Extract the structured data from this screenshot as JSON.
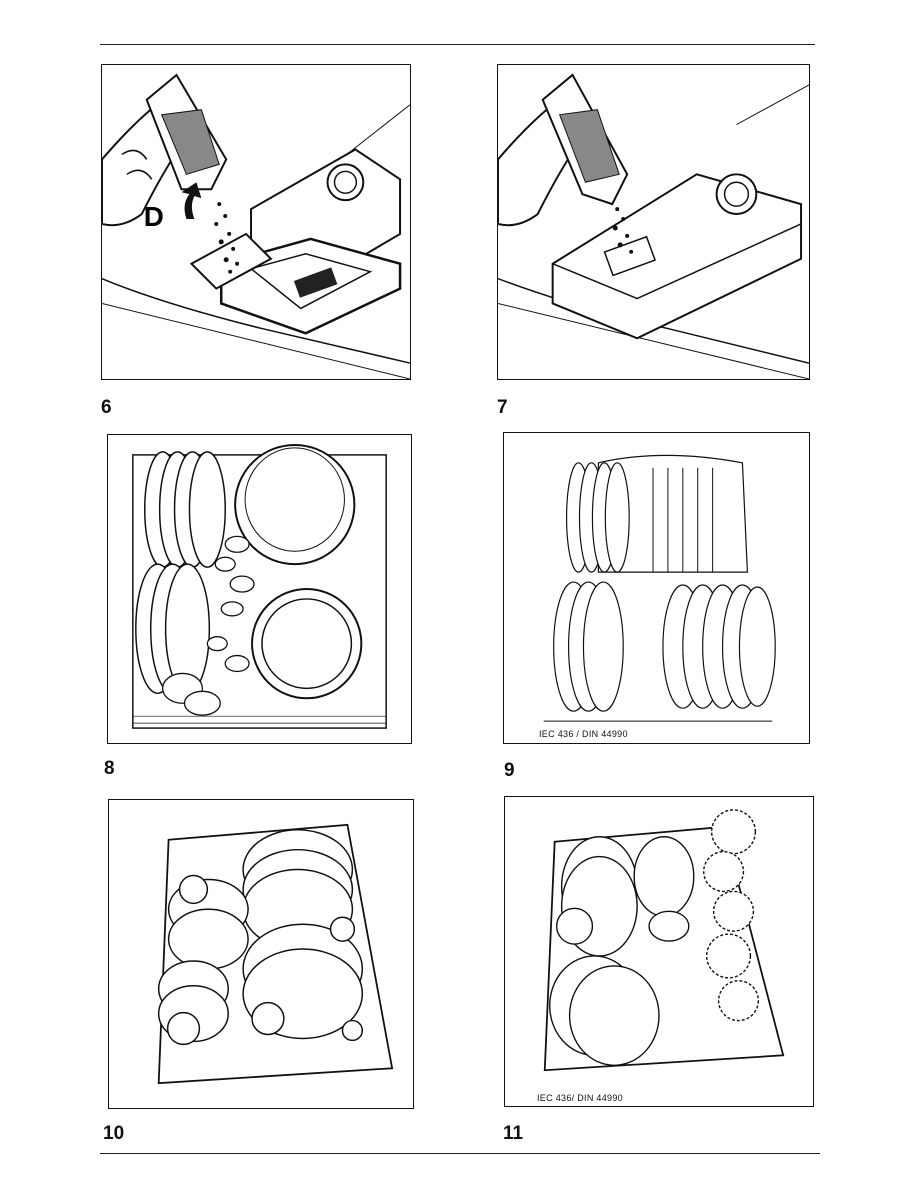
{
  "figures": [
    {
      "number": "6",
      "callout": "D"
    },
    {
      "number": "7"
    },
    {
      "number": "8"
    },
    {
      "number": "9",
      "caption": "IEC 436 / DIN 44990"
    },
    {
      "number": "10"
    },
    {
      "number": "11",
      "caption": "IEC 436/ DIN 44990"
    }
  ]
}
